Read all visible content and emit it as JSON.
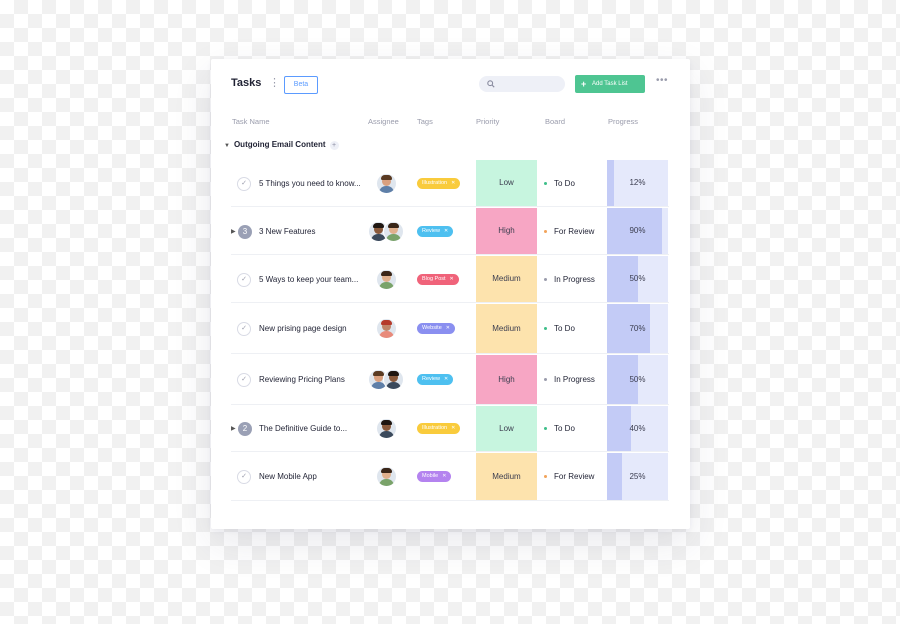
{
  "header": {
    "title": "Tasks",
    "beta_label": "Beta",
    "add_button_label": "Add Task List",
    "more_icon": "more-horizontal-icon",
    "search_icon": "search-icon"
  },
  "columns": {
    "task_name": "Task Name",
    "assignee": "Assignee",
    "tags": "Tags",
    "priority": "Priority",
    "board": "Board",
    "progress": "Progress"
  },
  "group": {
    "name": "Outgoing Email Content"
  },
  "colors": {
    "accent": "#5b9bff",
    "add_button": "#4ec592",
    "priority_low": "#c7f5df",
    "priority_high": "#f7a6c4",
    "priority_medium": "#fde3ad",
    "progress_fill": "#c3cbf6",
    "progress_track": "#e5e9fb"
  },
  "tasks": [
    {
      "name": "5 Things you need to know...",
      "subtask_count": null,
      "assignees": 1,
      "tag": "Illustration",
      "tag_color": "#f9cb3c",
      "priority": "Low",
      "priority_key": "low",
      "board": "To Do",
      "board_dot": "#3fbf8a",
      "progress": 12,
      "progress_label": "12%"
    },
    {
      "name": "3 New Features",
      "subtask_count": "3",
      "assignees": 2,
      "tag": "Review",
      "tag_color": "#4ec0f0",
      "priority": "High",
      "priority_key": "high",
      "board": "For Review",
      "board_dot": "#f2a35a",
      "progress": 90,
      "progress_label": "90%"
    },
    {
      "name": "5 Ways to keep your team...",
      "subtask_count": null,
      "assignees": 1,
      "tag": "Blog Post",
      "tag_color": "#f0637a",
      "priority": "Medium",
      "priority_key": "medium",
      "board": "In Progress",
      "board_dot": "#9a9cac",
      "progress": 50,
      "progress_label": "50%"
    },
    {
      "name": "New prising page design",
      "subtask_count": null,
      "assignees": 1,
      "tag": "Website",
      "tag_color": "#8a8ff0",
      "priority": "Medium",
      "priority_key": "medium",
      "board": "To Do",
      "board_dot": "#3fbf8a",
      "progress": 70,
      "progress_label": "70%"
    },
    {
      "name": "Reviewing Pricing Plans",
      "subtask_count": null,
      "assignees": 2,
      "tag": "Review",
      "tag_color": "#4ec0f0",
      "priority": "High",
      "priority_key": "high",
      "board": "In Progress",
      "board_dot": "#9a9cac",
      "progress": 50,
      "progress_label": "50%"
    },
    {
      "name": "The Definitive Guide to...",
      "subtask_count": "2",
      "assignees": 1,
      "tag": "Illustration",
      "tag_color": "#f9cb3c",
      "priority": "Low",
      "priority_key": "low",
      "board": "To Do",
      "board_dot": "#3fbf8a",
      "progress": 40,
      "progress_label": "40%"
    },
    {
      "name": "New Mobile App",
      "subtask_count": null,
      "assignees": 1,
      "tag": "Mobile",
      "tag_color": "#b483ef",
      "priority": "Medium",
      "priority_key": "medium",
      "board": "For Review",
      "board_dot": "#f2a35a",
      "progress": 25,
      "progress_label": "25%"
    }
  ]
}
